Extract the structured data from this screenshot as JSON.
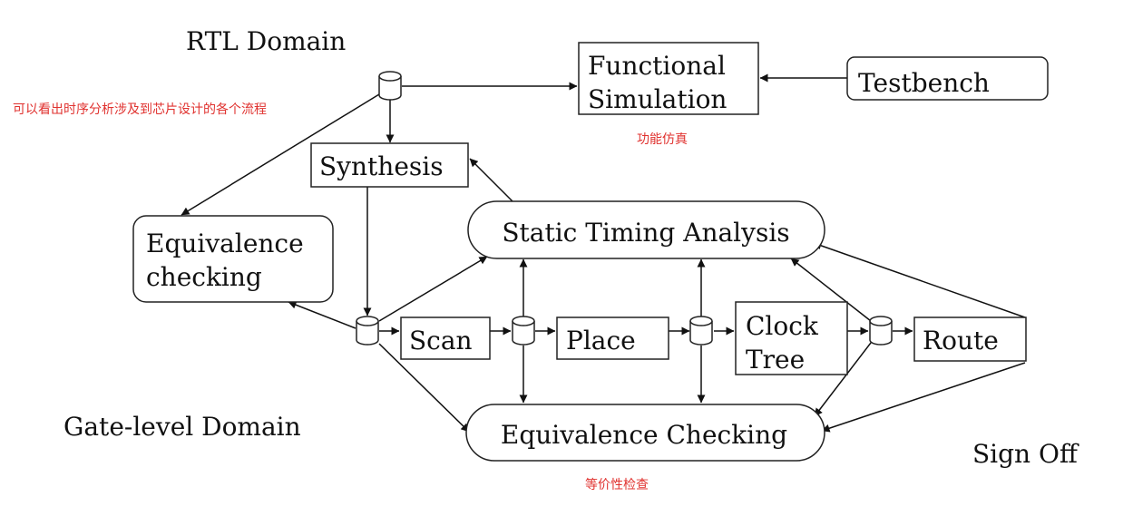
{
  "domains": {
    "rtl": "RTL Domain",
    "gate": "Gate-level Domain",
    "signoff": "Sign Off"
  },
  "notes": {
    "flow": "可以看出时序分析涉及到芯片设计的各个流程",
    "func_sim": "功能仿真",
    "equiv": "等价性检查"
  },
  "nodes": {
    "functional_simulation": [
      "Functional",
      "Simulation"
    ],
    "testbench": "Testbench",
    "synthesis": "Synthesis",
    "equivalence_checking_left": [
      "Equivalence",
      "checking"
    ],
    "static_timing_analysis": "Static Timing Analysis",
    "scan": "Scan",
    "place": "Place",
    "clock_tree": [
      "Clock",
      "Tree"
    ],
    "route": "Route",
    "equivalence_checking_bottom": "Equivalence Checking"
  },
  "colors": {
    "note": "#e0322f",
    "line": "#111111"
  },
  "icons": {
    "database": "database-cylinder-icon"
  }
}
